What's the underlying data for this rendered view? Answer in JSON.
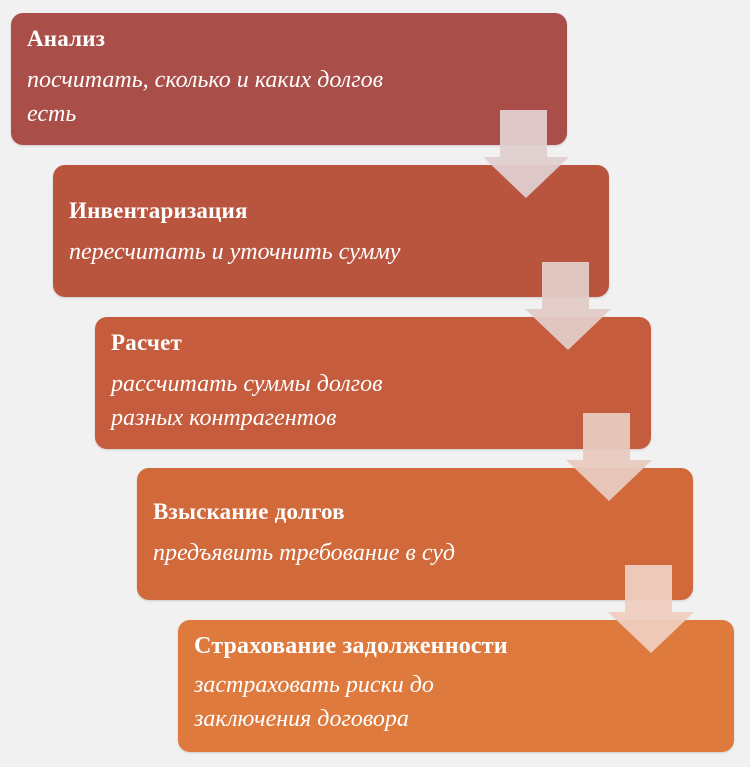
{
  "diagram": {
    "type": "staggered-process",
    "steps": [
      {
        "title": "Анализ",
        "description": "посчитать, сколько и каких долгов есть",
        "color": "#a94e48"
      },
      {
        "title": "Инвентаризация",
        "description": "пересчитать и уточнить сумму",
        "color": "#b9553f"
      },
      {
        "title": "Расчет",
        "description": "рассчитать суммы долгов разных контрагентов",
        "color": "#c45c3d"
      },
      {
        "title": "Взыскание долгов",
        "description": "предъявить требование в суд",
        "color": "#d1693b"
      },
      {
        "title": "Страхование задолженности",
        "description": "застраховать риски до заключения договора",
        "color": "#de7a3d"
      }
    ],
    "arrow_colors": [
      "#dfcfcf",
      "#e3cbc7",
      "#e8cac0",
      "#efcdbf"
    ],
    "background": "#f1f1f1"
  }
}
